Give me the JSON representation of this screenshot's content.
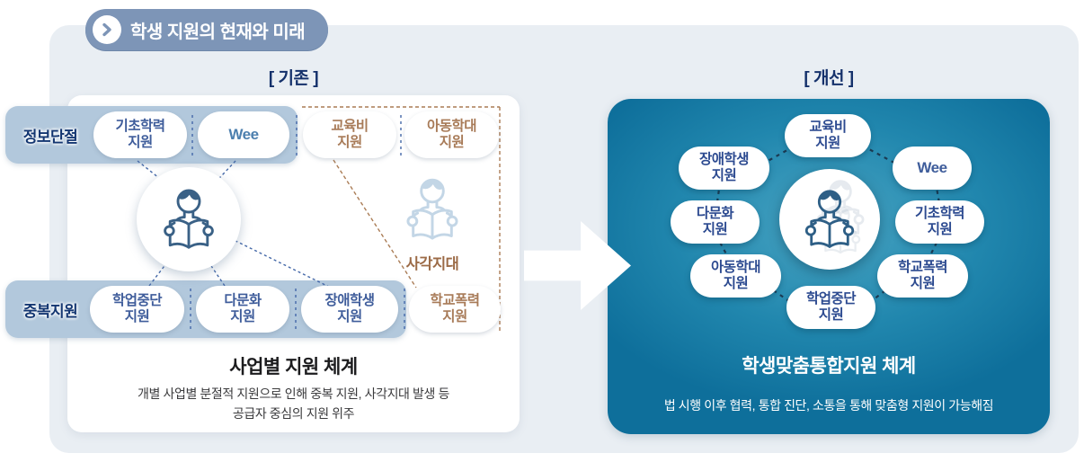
{
  "header": {
    "title": "학생 지원의 현재와 미래"
  },
  "colors": {
    "header_bg": "#7d95b7",
    "panel_bg": "#e9eef3",
    "group_bg": "#b2c8dc",
    "teal_panel_dark": "#0e6f9b",
    "teal_panel_light": "#4aa5c3",
    "navy_text": "#15316b",
    "brown_text": "#a87b58",
    "blue_pill_text": "#3f5d9b"
  },
  "before": {
    "section_title": "[ 기존 ]",
    "group_info_gap": "정보단절",
    "group_duplicate": "중복지원",
    "pills": {
      "basic": "기초학력\n지원",
      "wee": "Wee",
      "edu_cost": "교육비\n지원",
      "child_abuse": "아동학대\n지원",
      "dropout": "학업중단\n지원",
      "multicultural": "다문화\n지원",
      "disabled": "장애학생\n지원",
      "school_violence": "학교폭력\n지원"
    },
    "blind_spot": "사각지대",
    "system_title": "사업별 지원 체계",
    "desc_line1": "개별 사업별 분절적 지원으로 인해 중복 지원, 사각지대 발생 등",
    "desc_line2": "공급자 중심의 지원 위주"
  },
  "after": {
    "section_title": "[ 개선 ]",
    "pills": {
      "edu_cost": "교육비\n지원",
      "disabled": "장애학생\n지원",
      "wee": "Wee",
      "multicultural": "다문화\n지원",
      "basic": "기초학력\n지원",
      "child_abuse": "아동학대\n지원",
      "school_violence": "학교폭력\n지원",
      "dropout": "학업중단\n지원"
    },
    "system_title": "학생맞춤통합지원 체계",
    "description": "법 시행 이후 협력, 통합 진단, 소통을 통해 맞춤형 지원이 가능해짐"
  }
}
